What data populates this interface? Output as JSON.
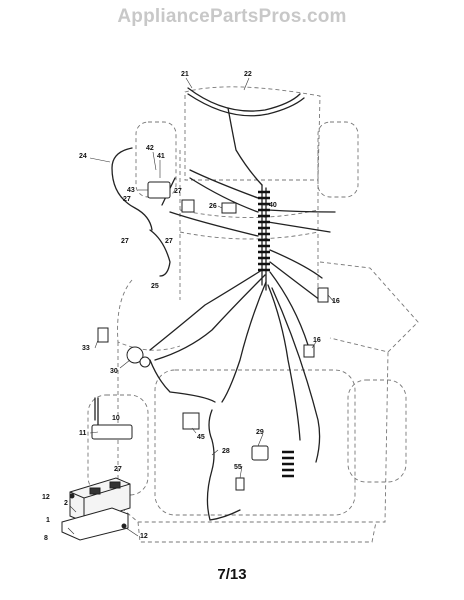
{
  "watermark": "AppliancePartsPros.com",
  "page_number": "7/13",
  "callouts": {
    "c21": "21",
    "c22": "22",
    "c24": "24",
    "c42": "42",
    "c41": "41",
    "c43": "43",
    "c27a": "27",
    "c27b": "27",
    "c27c": "27",
    "c27d": "27",
    "c26": "26",
    "c40": "40",
    "c25": "25",
    "c16a": "16",
    "c16b": "16",
    "c33": "33",
    "c30": "30",
    "c10": "10",
    "c11": "11",
    "c27e": "27",
    "c12a": "12",
    "c2": "2",
    "c1": "1",
    "c8": "8",
    "c12b": "12",
    "c45": "45",
    "c28": "28",
    "c29": "29",
    "c55": "55"
  }
}
